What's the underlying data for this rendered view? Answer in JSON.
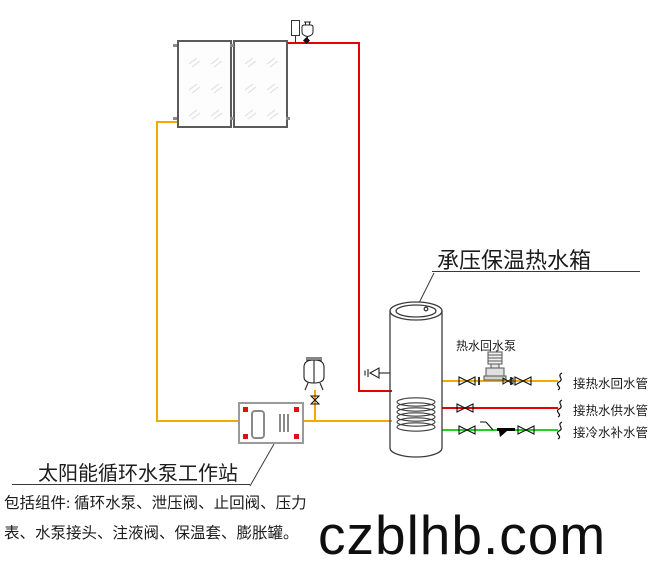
{
  "diagram_title_context": {
    "type": "solar-water-heating-piping-diagram"
  },
  "colors": {
    "hot_supply_pipe": "#e60000",
    "hot_return_pipe": "#f6a800",
    "cold_makeup_pipe": "#1fd41f",
    "workstation_corner_accent": "#e01010",
    "panel_border": "#5a5a5a"
  },
  "tank": {
    "label": "承压保温热水箱"
  },
  "return_pump": {
    "label": "热水回水泵"
  },
  "workstation": {
    "label": "太阳能循环水泵工作站",
    "note_line1": "包括组件: 循环水泵、泄压阀、止回阀、压力",
    "note_line2": "表、水泵接头、注液阀、保温套、膨胀罐。"
  },
  "connections": [
    {
      "label": "接热水回水管",
      "pipe_color": "#f6a800"
    },
    {
      "label": "接热水供水管",
      "pipe_color": "#e60000"
    },
    {
      "label": "接冷水补水管",
      "pipe_color": "#1fd41f"
    }
  ],
  "watermark": {
    "text": "czblhb.com"
  }
}
